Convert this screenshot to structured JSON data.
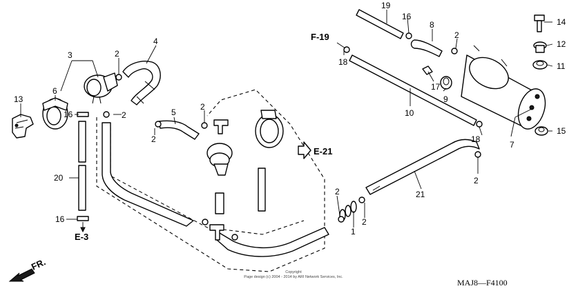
{
  "callouts": {
    "n1": "1",
    "n2": "2",
    "n3": "3",
    "n4": "4",
    "n5": "5",
    "n6": "6",
    "n7": "7",
    "n8": "8",
    "n9": "9",
    "n10": "10",
    "n11": "11",
    "n12": "12",
    "n13": "13",
    "n14": "14",
    "n15": "15",
    "n16": "16",
    "n17": "17",
    "n18": "18",
    "n19": "19",
    "n20": "20",
    "n21": "21"
  },
  "refs": {
    "f19": "F-19",
    "e21": "E-21",
    "e3": "E-3",
    "fr": "FR."
  },
  "footer": {
    "copyright_line1": "Copyright",
    "copyright_line2": "Page design (c) 2004 - 2014 by ARI Network Services, Inc.",
    "diagram_code": "MAJ8—F4100"
  }
}
